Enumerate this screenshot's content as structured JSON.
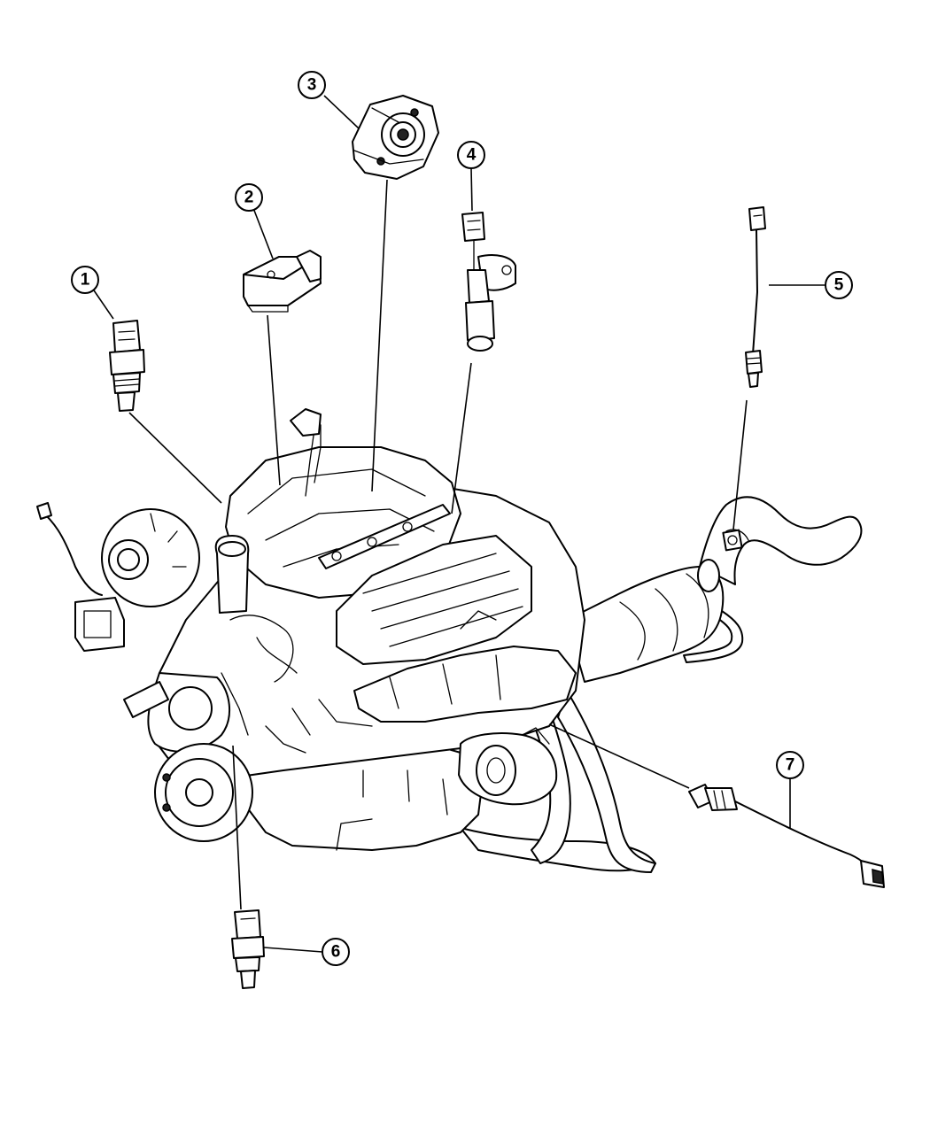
{
  "callouts": [
    {
      "id": "1",
      "label": "1"
    },
    {
      "id": "2",
      "label": "2"
    },
    {
      "id": "3",
      "label": "3"
    },
    {
      "id": "4",
      "label": "4"
    },
    {
      "id": "5",
      "label": "5"
    },
    {
      "id": "6",
      "label": "6"
    },
    {
      "id": "7",
      "label": "7"
    }
  ],
  "icons": {
    "engine": "engine-assembly-icon",
    "exhaust": "exhaust-pipe-icon",
    "catalytic_converter": "catalytic-converter-icon"
  }
}
